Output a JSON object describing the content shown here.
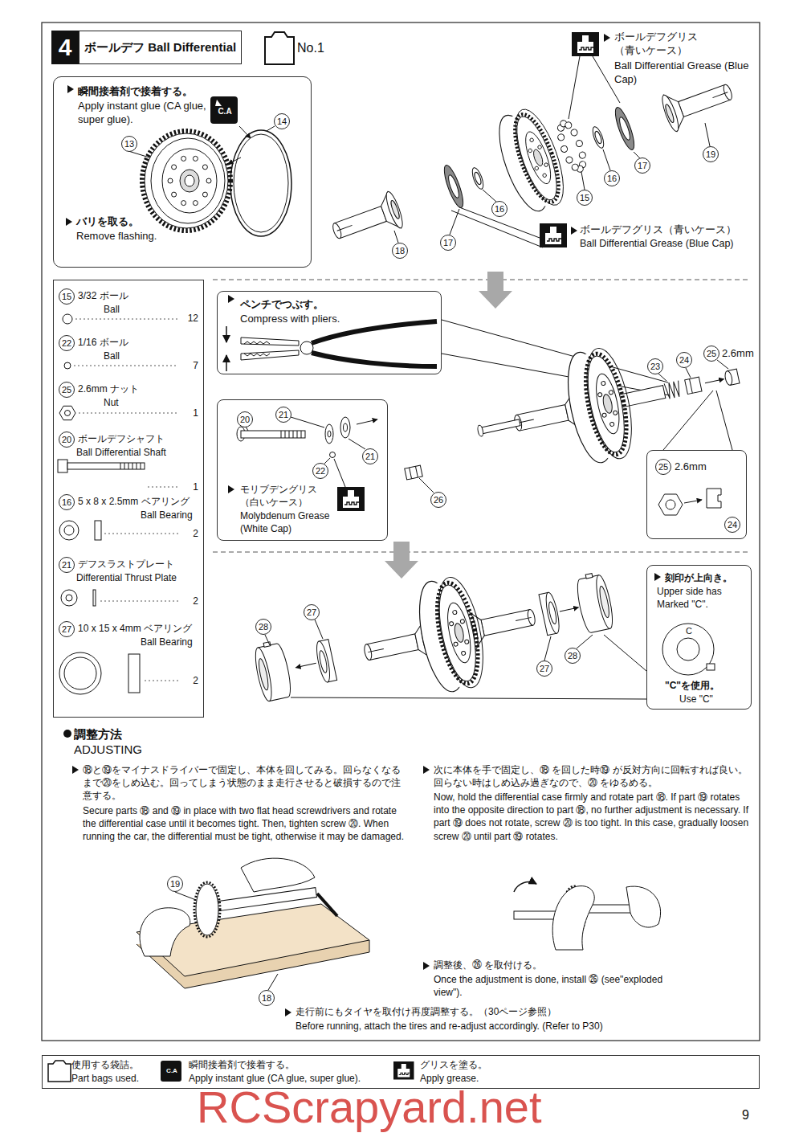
{
  "diagram": {
    "title": "ボールデフ Ball Differential",
    "nodes": [
      {
        "text": [
          "瞬間接着剤で接着する。",
          "Apply instant glue (CA glue, super glue).",
          "C.A",
          "14",
          "13",
          "バリを取る。",
          "Remove flashing."
        ]
      },
      {
        "text": [
          "15",
          "3/32 ボール",
          "Ball",
          "12",
          "22",
          "1/16 ボール",
          "Ball",
          "7",
          "25",
          "2.6mm ナット",
          "Nut",
          "1",
          "20",
          "ボールデフシャフト",
          "Ball Differential Shaft",
          "1",
          "16",
          "5 x 8 x 2.5mm ベアリング",
          "Ball Bearing",
          "2",
          "21",
          "デフスラストプレート",
          "Differential Thrust Plate",
          "2",
          "27",
          "10 x 15 x 4mm ベアリング",
          "Ball Bearing",
          "2"
        ]
      },
      {
        "text": [
          "ペンチでつぶす。",
          "Compress with pliers."
        ]
      },
      {
        "text": [
          "20",
          "21",
          "21",
          "22",
          "モリブデングリス （白いケース）",
          "Molybdenum Grease (White Cap)"
        ]
      },
      {
        "text": [
          "25",
          "2.6mm",
          "24"
        ]
      },
      {
        "text": [
          "刻印が上向き。",
          "Upper side has Marked \"C\".",
          "C",
          "\"C\"を使用。",
          "Use \"C\""
        ]
      },
      {
        "text": [
          "使用する袋詰。",
          "Part bags used.",
          "C.A",
          "瞬間接着剤で接着する。",
          "Apply instant glue (CA glue, super glue).",
          "グリスを塗る。",
          "Apply grease."
        ]
      }
    ],
    "labels": [
      "4",
      "No.1",
      "ボールデフグリス （青いケース）",
      "Ball Differential Grease (Blue Cap)",
      "18",
      "17",
      "16",
      "15",
      "16",
      "17",
      "19",
      "ボールデフグリス（青いケース）",
      "Ball Differential Grease (Blue Cap)",
      "26",
      "23",
      "24",
      "25",
      "2.6mm",
      "28",
      "27",
      "27",
      "28",
      "調整方法",
      "ADJUSTING",
      "⑱と⑲をマイナスドライバーで固定し、本体を回してみる。回らなくなるまで⑳をしめ込む。回ってしまう状態のまま走行させると破損するので注意する。",
      "Secure parts ⑱ and ⑲ in place with two flat head screwdrivers and rotate the differential case until it becomes tight. Then, tighten screw ⑳. When running the car, the differential must be tight, otherwise it may be damaged.",
      "次に本体を手で固定し、⑱ を回した時⑲ が反対方向に回転すれば良い。回らない時はしめ込み過ぎなので、⑳ をゆるめる。",
      "Now, hold the differential case firmly and rotate part ⑱. If part ⑲ rotates into the opposite direction to part ⑱, no further adjustment is necessary. If part ⑲ does not rotate, screw ⑳ is too tight. In this case, gradually loosen screw ⑳ until part ⑲ rotates.",
      "19",
      "18",
      "調整後、㉖ を取付ける。",
      "Once the adjustment is done, install ㉖ (see\"exploded view\").",
      "走行前にもタイヤを取付け再度調整する。（30ページ参照）",
      "Before running, attach the tires and re-adjust accordingly. (Refer to P30)",
      "RCScrapyard.net",
      "9"
    ]
  }
}
